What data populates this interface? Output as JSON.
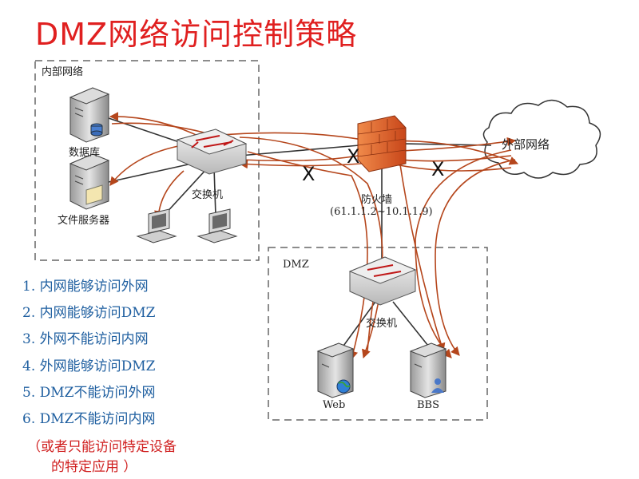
{
  "title": "DMZ网络访问控制策略",
  "zones": {
    "internal": "内部网络",
    "dmz": "DMZ"
  },
  "nodes": {
    "database": "数据库",
    "file_server": "文件服务器",
    "internal_switch": "交换机",
    "firewall": "防火墙",
    "firewall_ip": "(61.1.1.2~10.1.1.9)",
    "external_network": "外部网络",
    "dmz_switch": "交换机",
    "web": "Web",
    "bbs": "BBS"
  },
  "blocked_marks": [
    "X",
    "X",
    "X"
  ],
  "policies": [
    "1. 内网能够访问外网",
    "2. 内网能够访问DMZ",
    "3. 外网不能访问内网",
    "4. 外网能够访问DMZ",
    "5. DMZ不能访问外网",
    "6. DMZ不能访问内网"
  ],
  "note": {
    "line1": "（或者只能访问特定设备",
    "line2": "的特定应用 ）"
  },
  "colors": {
    "title": "#e02020",
    "arrows": "#b5461c",
    "policy_text": "#1f5fa0",
    "note_text": "#d02020",
    "firewall": "#e8632a"
  }
}
